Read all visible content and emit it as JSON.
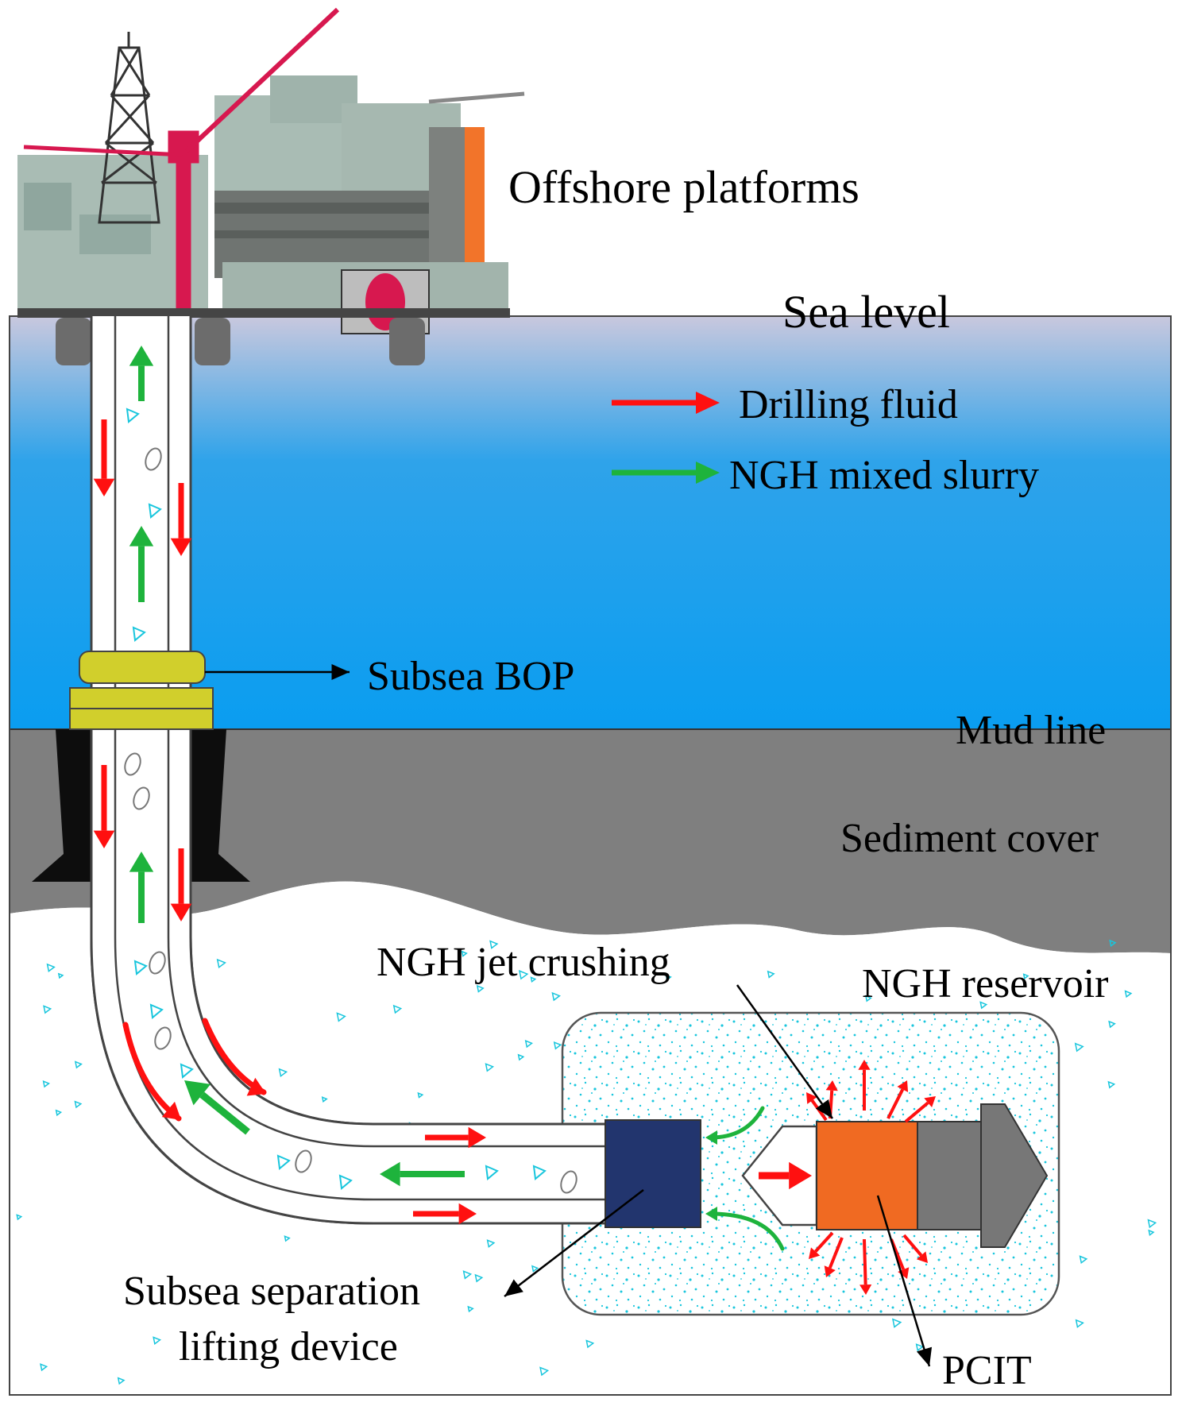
{
  "labels": {
    "offshore_platforms": "Offshore platforms",
    "sea_level": "Sea level",
    "subsea_bop": "Subsea BOP",
    "mud_line": "Mud line",
    "sediment_cover": "Sediment cover",
    "ngh_jet_crushing": "NGH jet crushing",
    "ngh_reservoir": "NGH reservoir",
    "separation_line1": "Subsea separation",
    "separation_line2": "lifting device",
    "pcit": "PCIT"
  },
  "legend": [
    {
      "label": "Drilling fluid",
      "color": "#ff1010"
    },
    {
      "label": "NGH mixed slurry",
      "color": "#1eb33c"
    }
  ],
  "colors": {
    "sea_top": "#c9c8de",
    "sea_bottom": "#0a9df0",
    "sediment": "#7f7f7f",
    "reservoir_particles": "#19c6dd",
    "bop": "#d1cf2c",
    "separator": "#22356e",
    "pcit": "#f06a22",
    "bit": "#777777",
    "platform_red": "#d7184f",
    "platform_orange": "#f2742a"
  }
}
